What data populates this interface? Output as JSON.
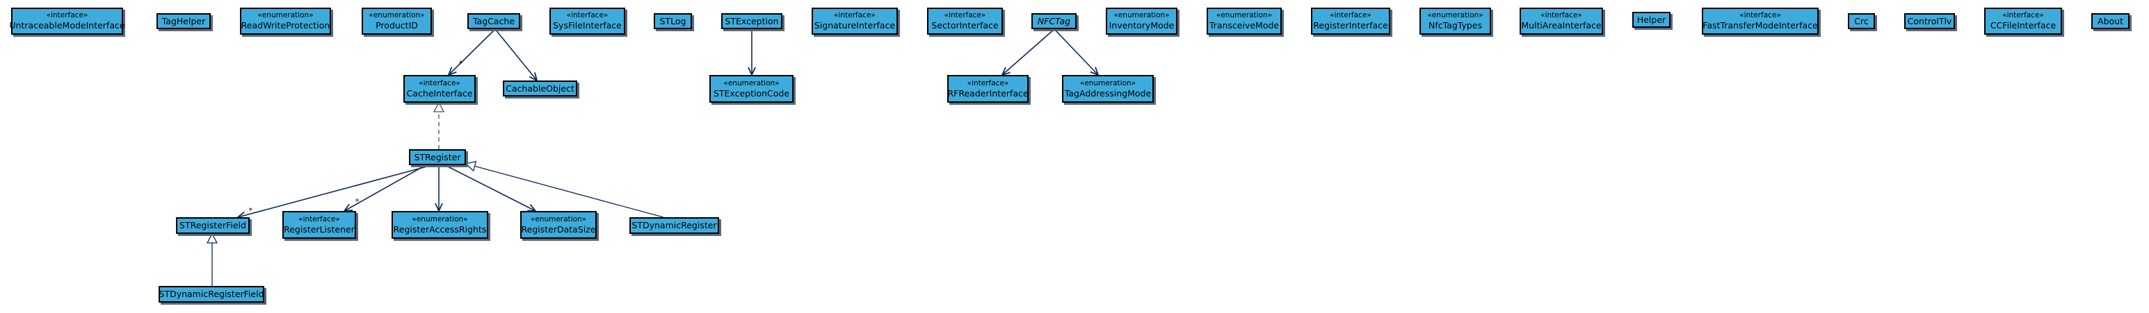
{
  "diagram": {
    "nodes": [
      {
        "id": "untraceable",
        "stereotype": "«interface»",
        "name": "UntraceableModeInterface"
      },
      {
        "id": "taghelper",
        "stereotype": "",
        "name": "TagHelper"
      },
      {
        "id": "readwrite",
        "stereotype": "«enumeration»",
        "name": "ReadWriteProtection"
      },
      {
        "id": "productid",
        "stereotype": "«enumeration»",
        "name": "ProductID"
      },
      {
        "id": "tagcache",
        "stereotype": "",
        "name": "TagCache"
      },
      {
        "id": "sysfile",
        "stereotype": "«interface»",
        "name": "SysFileInterface"
      },
      {
        "id": "stlog",
        "stereotype": "",
        "name": "STLog"
      },
      {
        "id": "stexception",
        "stereotype": "",
        "name": "STException"
      },
      {
        "id": "signature",
        "stereotype": "«interface»",
        "name": "SignatureInterface"
      },
      {
        "id": "sector",
        "stereotype": "«interface»",
        "name": "SectorInterface"
      },
      {
        "id": "nfctag",
        "stereotype": "",
        "name": "NFCTag",
        "abstract": true
      },
      {
        "id": "inventorymode",
        "stereotype": "«enumeration»",
        "name": "InventoryMode"
      },
      {
        "id": "transceive",
        "stereotype": "«enumeration»",
        "name": "TransceiveMode"
      },
      {
        "id": "registeriface",
        "stereotype": "«interface»",
        "name": "RegisterInterface"
      },
      {
        "id": "nfctagtypes",
        "stereotype": "«enumeration»",
        "name": "NfcTagTypes"
      },
      {
        "id": "multiarea",
        "stereotype": "«interface»",
        "name": "MultiAreaInterface"
      },
      {
        "id": "helper",
        "stereotype": "",
        "name": "Helper"
      },
      {
        "id": "fasttransfer",
        "stereotype": "«interface»",
        "name": "FastTransferModeInterface"
      },
      {
        "id": "crc",
        "stereotype": "",
        "name": "Crc"
      },
      {
        "id": "controltlv",
        "stereotype": "",
        "name": "ControlTlv"
      },
      {
        "id": "ccfile",
        "stereotype": "«interface»",
        "name": "CCFileInterface"
      },
      {
        "id": "about",
        "stereotype": "",
        "name": "About"
      },
      {
        "id": "cacheiface",
        "stereotype": "«interface»",
        "name": "CacheInterface"
      },
      {
        "id": "cachable",
        "stereotype": "",
        "name": "CachableObject"
      },
      {
        "id": "stexcode",
        "stereotype": "«enumeration»",
        "name": "STExceptionCode"
      },
      {
        "id": "rfreader",
        "stereotype": "«interface»",
        "name": "RFReaderInterface"
      },
      {
        "id": "tagaddr",
        "stereotype": "«enumeration»",
        "name": "TagAddressingMode"
      },
      {
        "id": "stregister",
        "stereotype": "",
        "name": "STRegister"
      },
      {
        "id": "stregfield",
        "stereotype": "",
        "name": "STRegisterField"
      },
      {
        "id": "reglistener",
        "stereotype": "«interface»",
        "name": "RegisterListener"
      },
      {
        "id": "regaccess",
        "stereotype": "«enumeration»",
        "name": "RegisterAccessRights"
      },
      {
        "id": "regdatasize",
        "stereotype": "«enumeration»",
        "name": "RegisterDataSize"
      },
      {
        "id": "stdynreg",
        "stereotype": "",
        "name": "STDynamicRegister"
      },
      {
        "id": "stdynfield",
        "stereotype": "",
        "name": "STDynamicRegisterField"
      }
    ],
    "edges": [
      {
        "from": "tagcache",
        "to": "cacheiface",
        "kind": "association",
        "multiplicity": "*"
      },
      {
        "from": "tagcache",
        "to": "cachable",
        "kind": "association",
        "multiplicity": ""
      },
      {
        "from": "stexception",
        "to": "stexcode",
        "kind": "association",
        "multiplicity": ""
      },
      {
        "from": "nfctag",
        "to": "rfreader",
        "kind": "association",
        "multiplicity": ""
      },
      {
        "from": "nfctag",
        "to": "tagaddr",
        "kind": "association",
        "multiplicity": ""
      },
      {
        "from": "stregister",
        "to": "cacheiface",
        "kind": "realization",
        "multiplicity": ""
      },
      {
        "from": "stregister",
        "to": "stregfield",
        "kind": "association",
        "multiplicity": "*"
      },
      {
        "from": "stregister",
        "to": "reglistener",
        "kind": "association",
        "multiplicity": "*"
      },
      {
        "from": "stregister",
        "to": "regaccess",
        "kind": "association",
        "multiplicity": ""
      },
      {
        "from": "stregister",
        "to": "regdatasize",
        "kind": "association",
        "multiplicity": ""
      },
      {
        "from": "stdynreg",
        "to": "stregister",
        "kind": "generalization",
        "multiplicity": ""
      },
      {
        "from": "stdynfield",
        "to": "stregfield",
        "kind": "generalization",
        "multiplicity": ""
      }
    ],
    "colors": {
      "node_fill": "#3eabdc",
      "node_border": "#000000",
      "node_shadow": "#5a6a78",
      "edge": "#0d2a57",
      "realization": "#4d4d4d"
    }
  }
}
